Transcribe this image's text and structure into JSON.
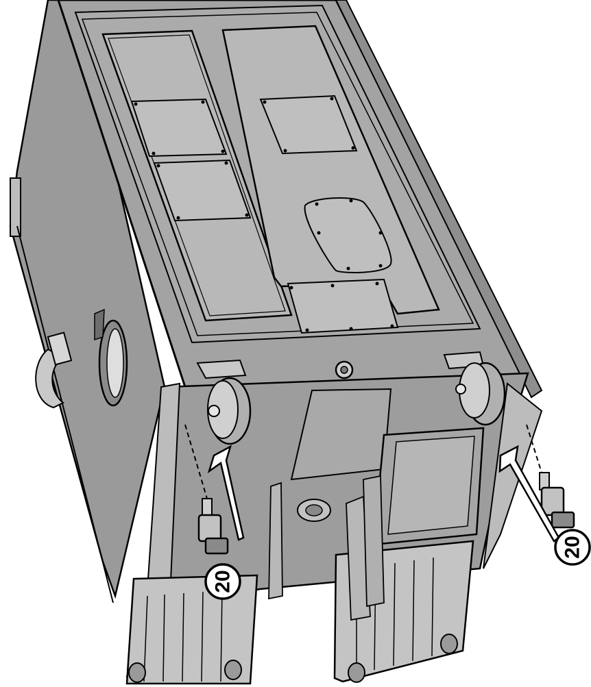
{
  "figure": {
    "callouts": [
      {
        "id": "left-leveling-foot",
        "label": "20"
      },
      {
        "id": "right-leveling-foot",
        "label": "20"
      }
    ],
    "colors": {
      "body": "#9a9a9a",
      "body_dark": "#7e7e7e",
      "body_light": "#c4c4c4",
      "panel": "#b0b0b0",
      "line": "#000000",
      "callout_fill": "#ffffff",
      "arrow_fill": "#ffffff"
    }
  }
}
